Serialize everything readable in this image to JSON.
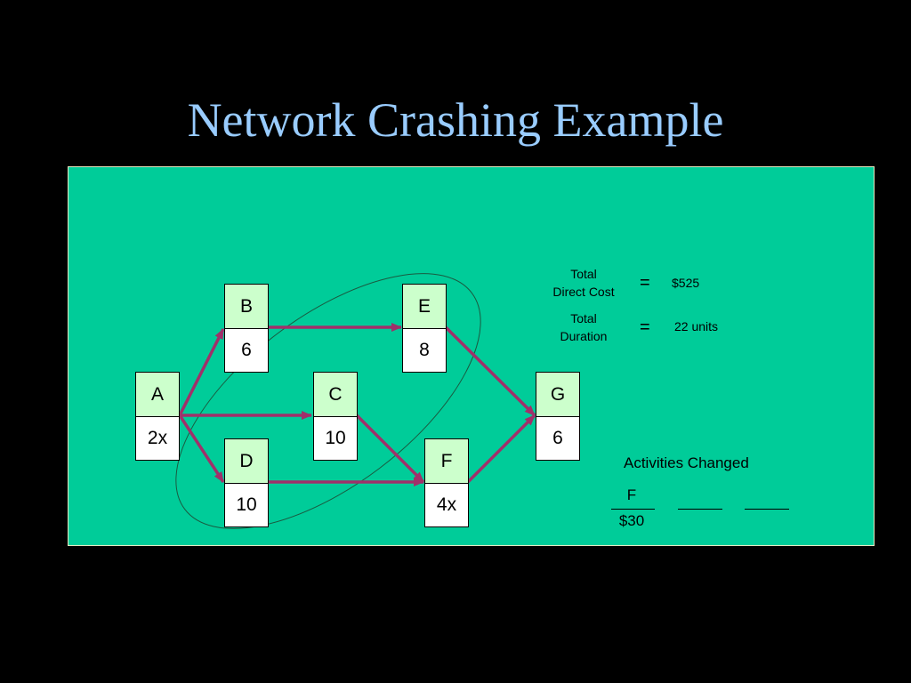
{
  "title": "Network Crashing Example",
  "nodes": [
    {
      "id": "A",
      "name": "A",
      "duration": "2x"
    },
    {
      "id": "B",
      "name": "B",
      "duration": "6"
    },
    {
      "id": "C",
      "name": "C",
      "duration": "10"
    },
    {
      "id": "D",
      "name": "D",
      "duration": "10"
    },
    {
      "id": "E",
      "name": "E",
      "duration": "8"
    },
    {
      "id": "F",
      "name": "F",
      "duration": "4x"
    },
    {
      "id": "G",
      "name": "G",
      "duration": "6"
    }
  ],
  "edges": [
    {
      "from": "A",
      "to": "B"
    },
    {
      "from": "A",
      "to": "C"
    },
    {
      "from": "A",
      "to": "D"
    },
    {
      "from": "B",
      "to": "E"
    },
    {
      "from": "C",
      "to": "F"
    },
    {
      "from": "D",
      "to": "F"
    },
    {
      "from": "E",
      "to": "G"
    },
    {
      "from": "F",
      "to": "G"
    }
  ],
  "summary": {
    "total_direct_cost_label_1": "Total",
    "total_direct_cost_label_2": "Direct Cost",
    "equals": "=",
    "total_direct_cost_value": "$525",
    "total_duration_label_1": "Total",
    "total_duration_label_2": "Duration",
    "total_duration_value": "22 units"
  },
  "activities_changed": {
    "title": "Activities Changed",
    "items": [
      {
        "activity": "F",
        "cost": "$30"
      }
    ]
  },
  "colors": {
    "background": "#000000",
    "title": "#99ccff",
    "panel": "#00cc99",
    "node_header": "#ccffcc",
    "node_body": "#ffffff",
    "arrow": "#a0306a"
  }
}
